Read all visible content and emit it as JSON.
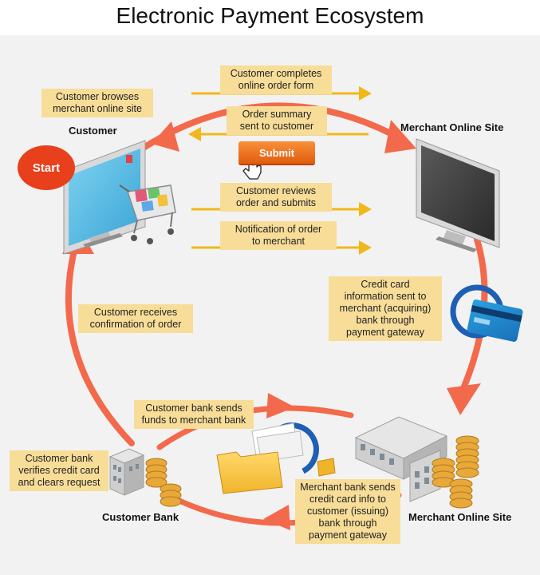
{
  "title": "Electronic Payment Ecosystem",
  "nodes": {
    "customer": "Customer",
    "merchant_site": "Merchant Online Site",
    "customer_bank": "Customer Bank",
    "merchant_bank": "Merchant Online Site"
  },
  "buttons": {
    "start": "Start",
    "submit": "Submit"
  },
  "notes": {
    "browse": [
      "Customer browses",
      "merchant online site"
    ],
    "order_form": [
      "Customer completes",
      "online order form"
    ],
    "order_summary": [
      "Order summary",
      "sent to customer"
    ],
    "reviews": [
      "Customer reviews",
      "order and submits"
    ],
    "notification": [
      "Notification of order",
      "to merchant"
    ],
    "credit_card_info": [
      "Credit card",
      "information sent to",
      "merchant (acquiring)",
      "bank through",
      "payment gateway"
    ],
    "confirmation": [
      "Customer receives",
      "confirmation of order"
    ],
    "funds": [
      "Customer bank sends",
      "funds to merchant bank"
    ],
    "verify": [
      "Customer bank",
      "verifies credit card",
      "and clears request"
    ],
    "merchant_bank_sends": [
      "Merchant bank sends",
      "credit card info to",
      "customer (issuing)",
      "bank through",
      "payment gateway"
    ]
  },
  "colors": {
    "cycle_arrow": "#f26a4b",
    "flow_arrow": "#f0b81a",
    "note_bg": "#f7dd98",
    "start": "#e8401c",
    "submit": "#e8721f",
    "gold": "#e8a83a",
    "blue": "#1e5fb4"
  },
  "icons": [
    "monitor-icon",
    "shopping-cart-icon",
    "credit-card-icon",
    "bank-building-icon",
    "coins-icon",
    "folder-icon",
    "hand-cursor-icon"
  ]
}
